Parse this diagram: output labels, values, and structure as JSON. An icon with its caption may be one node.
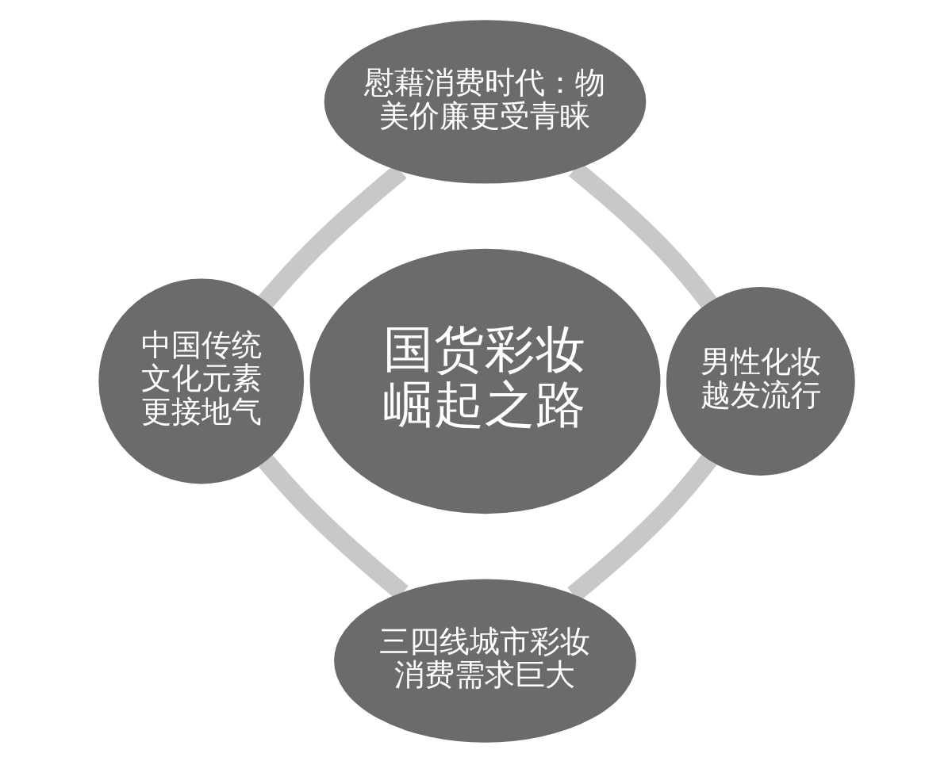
{
  "diagram": {
    "nodes": [
      {
        "text": [
          "慰藉消费时代：物美价廉更受青睐"
        ]
      },
      {
        "text": [
          "中国传统文化元素更接地气"
        ]
      },
      {
        "text": [
          "国货彩妆崛起之路"
        ]
      },
      {
        "text": [
          "男性化妆越发流行"
        ]
      },
      {
        "text": [
          "三四线城市彩妆消费需求巨大"
        ]
      }
    ],
    "edges": [
      {
        "from": 0,
        "to": 3,
        "arrow": "none"
      },
      {
        "from": 3,
        "to": 4,
        "arrow": "none"
      },
      {
        "from": 4,
        "to": 1,
        "arrow": "none"
      },
      {
        "from": 1,
        "to": 0,
        "arrow": "none"
      }
    ]
  }
}
